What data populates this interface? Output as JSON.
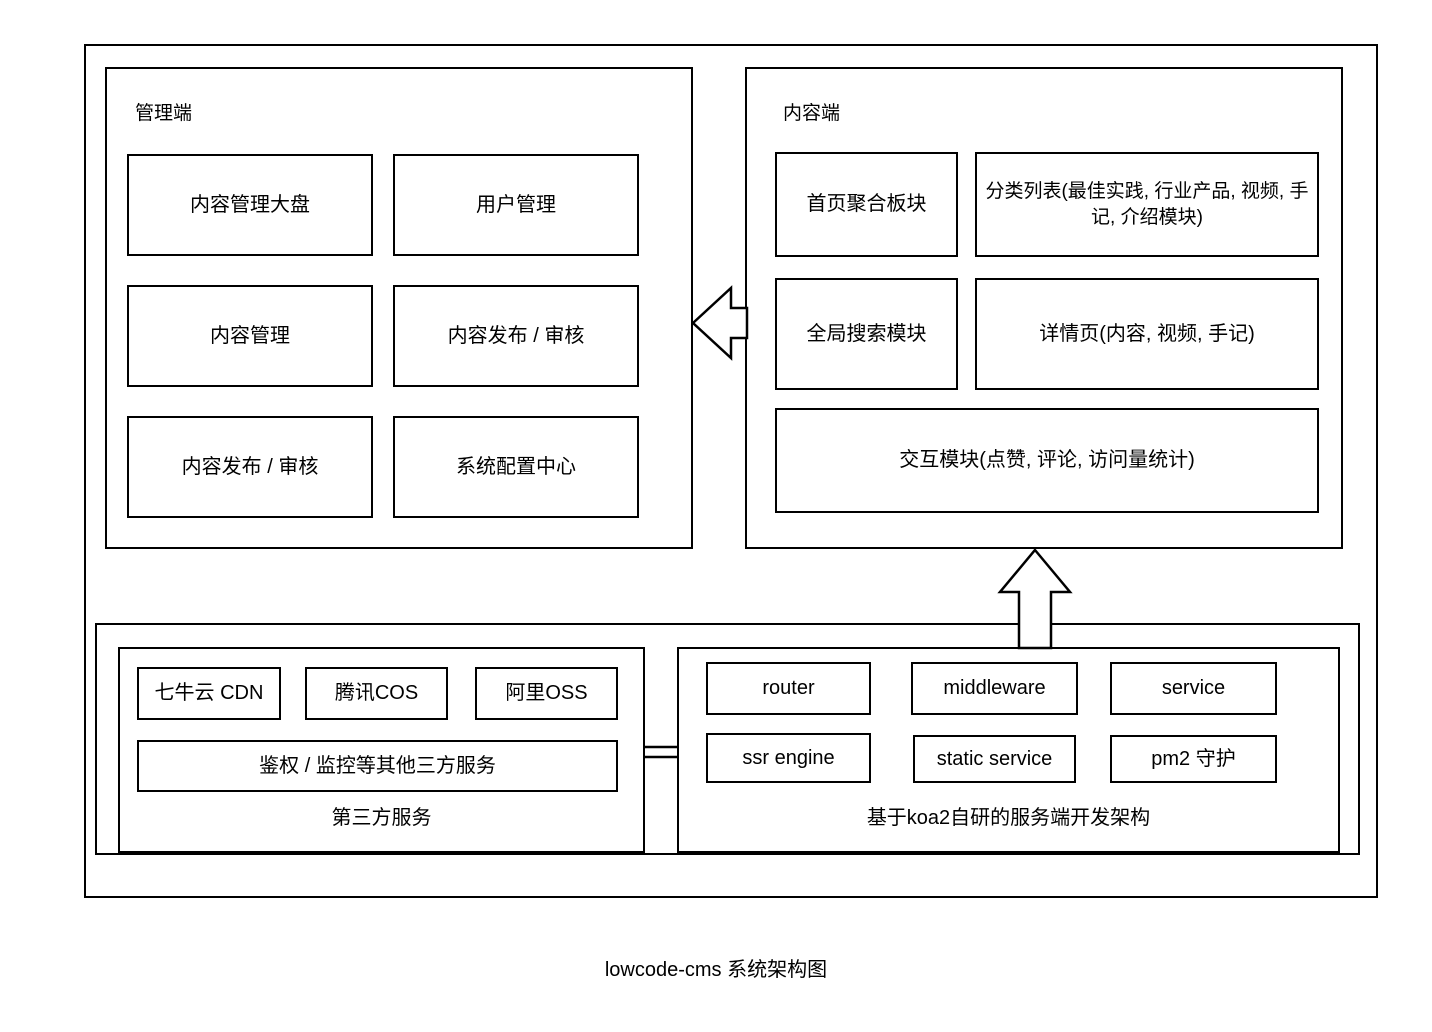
{
  "figure": {
    "caption": "lowcode-cms 系统架构图",
    "stroke_color": "#000000",
    "background_color": "#ffffff"
  },
  "admin_panel": {
    "title": "管理端",
    "modules": [
      "内容管理大盘",
      "用户管理",
      "内容管理",
      "内容发布 / 审核",
      "内容发布 / 审核",
      "系统配置中心"
    ]
  },
  "content_panel": {
    "title": "内容端",
    "modules": [
      "首页聚合板块",
      "分类列表(最佳实践, 行业产品, 视频, 手记, 介绍模块)",
      "全局搜索模块",
      "详情页(内容, 视频, 手记)",
      "交互模块(点赞, 评论, 访问量统计)"
    ]
  },
  "third_party_panel": {
    "caption": "第三方服务",
    "services": [
      "七牛云 CDN",
      "腾讯COS",
      "阿里OSS"
    ],
    "other_services": "鉴权 / 监控等其他三方服务"
  },
  "server_panel": {
    "caption": "基于koa2自研的服务端开发架构",
    "modules": [
      "router",
      "middleware",
      "service",
      "ssr engine",
      "static service",
      "pm2 守护"
    ]
  },
  "connectors": [
    {
      "name": "content-to-admin-arrow",
      "direction": "left"
    },
    {
      "name": "server-to-content-arrow",
      "direction": "up"
    },
    {
      "name": "third-party-to-server-link",
      "direction": "horizontal"
    }
  ]
}
